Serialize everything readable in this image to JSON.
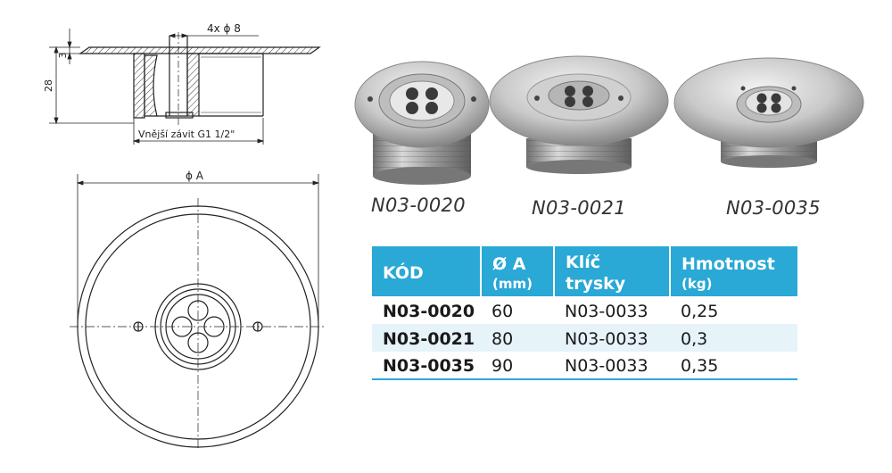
{
  "drawing": {
    "dim_holes": "4x ϕ 8",
    "dim_flange": "3",
    "dim_height": "28",
    "thread_label": "Vnější závit G1 1/2\"",
    "dim_diameter": "ϕ A"
  },
  "products": [
    {
      "code": "N03-0020"
    },
    {
      "code": "N03-0021"
    },
    {
      "code": "N03-0035"
    }
  ],
  "table": {
    "headers": [
      {
        "label": "KÓD",
        "unit": ""
      },
      {
        "label": "Ø A",
        "unit": "(mm)"
      },
      {
        "label": "Klíč trysky",
        "unit": ""
      },
      {
        "label": "Hmotnost",
        "unit": "(kg)"
      }
    ],
    "rows": [
      {
        "code": "N03-0020",
        "diameter": "60",
        "key": "N03-0033",
        "weight": "0,25"
      },
      {
        "code": "N03-0021",
        "diameter": "80",
        "key": "N03-0033",
        "weight": "0,3"
      },
      {
        "code": "N03-0035",
        "diameter": "90",
        "key": "N03-0033",
        "weight": "0,35"
      }
    ]
  },
  "colors": {
    "accent": "#2aa8d6",
    "row_alt": "#e6f3f9"
  }
}
